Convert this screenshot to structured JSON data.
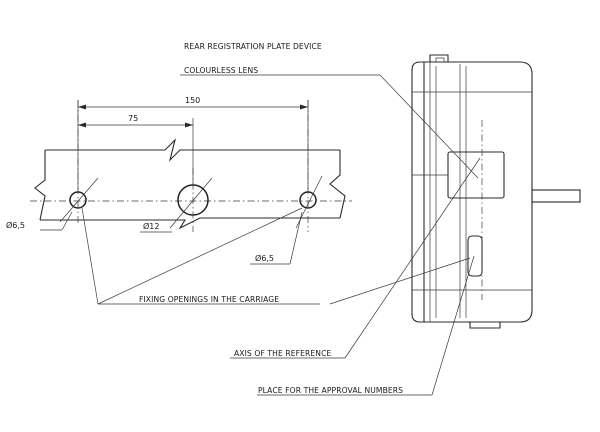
{
  "labels": {
    "title": "REAR REGISTRATION PLATE DEVICE",
    "lens": "COLOURLESS LENS",
    "fixing": "FIXING OPENINGS IN THE CARRIAGE",
    "axis": "AXIS OF THE REFERENCE",
    "approval": "PLACE FOR THE APPROVAL NUMBERS"
  },
  "dimensions": {
    "overall": "150",
    "half": "75",
    "hole_left": "Ø6,5",
    "hole_center": "Ø12",
    "hole_right": "Ø6,5"
  }
}
